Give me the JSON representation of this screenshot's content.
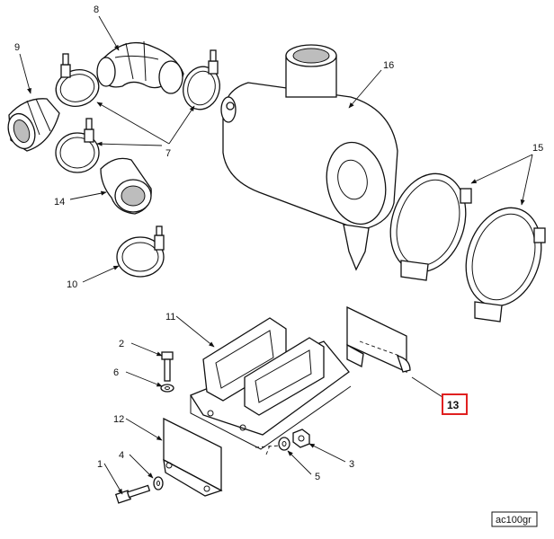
{
  "callouts": {
    "c1": "1",
    "c2": "2",
    "c3": "3",
    "c4": "4",
    "c5": "5",
    "c6": "6",
    "c7": "7",
    "c8": "8",
    "c9": "9",
    "c10": "10",
    "c11": "11",
    "c12": "12",
    "c13": "13",
    "c14": "14",
    "c15": "15",
    "c16": "16"
  },
  "highlighted_callout": "13",
  "highlight_color": "#e02020",
  "reference_code": "ac100gr"
}
